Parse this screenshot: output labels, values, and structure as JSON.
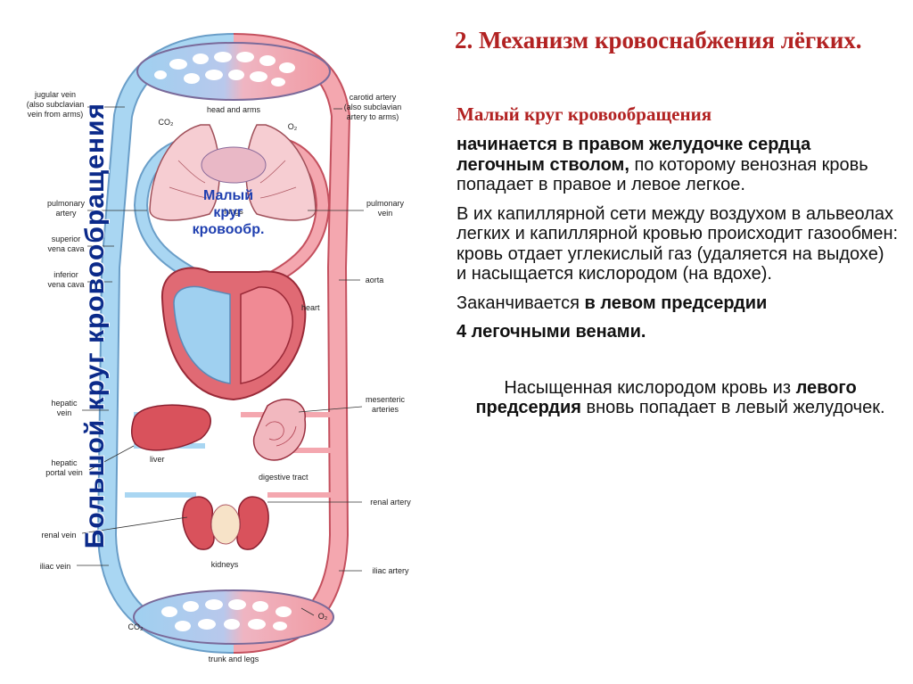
{
  "heading": {
    "title": "2. Механизм  кровоснабжения лёгких.",
    "subtitle": "Малый круг кровообращения"
  },
  "body": {
    "p1_bold": "начинается в правом желудочке сердца легочным стволом,",
    "p1_rest": " по которому венозная кровь попадает в правое и левое легкое.",
    "p2": "В их капиллярной сети между воздухом в альвеолах легких и капиллярной кровью происходит газообмен: кровь отдает углекислый газ (удаляется на выдохе) и насыщается кислородом (на вдохе).",
    "p3_start": "Заканчивается ",
    "p3_bold": "в левом предсердии",
    "p4_bold": "4 легочными венами.",
    "closing_start": "Насыщенная кислородом кровь из ",
    "closing_bold": "левого предсердия",
    "closing_end": " вновь попадает в левый желудочек."
  },
  "diagram": {
    "vertical_title": "Большой круг кровообращения",
    "small_circle": [
      "Малый",
      "круг",
      "кровообр."
    ],
    "left_labels": {
      "jugular_1": "jugular vein",
      "jugular_2": "(also subclavian",
      "jugular_3": "vein from arms)",
      "pulm_artery_1": "pulmonary",
      "pulm_artery_2": "artery",
      "svc_1": "superior",
      "svc_2": "vena cava",
      "ivc_1": "inferior",
      "ivc_2": "vena cava",
      "hepatic_1": "hepatic",
      "hepatic_2": "vein",
      "portal_1": "hepatic",
      "portal_2": "portal vein",
      "renal_vein": "renal vein",
      "iliac_vein": "iliac vein"
    },
    "right_labels": {
      "carotid_1": "carotid artery",
      "carotid_2": "(also subclavian",
      "carotid_3": "artery to arms)",
      "pulm_vein_1": "pulmonary",
      "pulm_vein_2": "vein",
      "aorta": "aorta",
      "mesenteric_1": "mesenteric",
      "mesenteric_2": "arteries",
      "renal_artery": "renal artery",
      "iliac_artery": "iliac artery"
    },
    "center_labels": {
      "head_arms": "head and arms",
      "co2_top": "CO₂",
      "o2_top": "O₂",
      "lungs": "lungs",
      "heart": "heart",
      "liver": "liver",
      "digestive": "digestive tract",
      "kidneys": "kidneys",
      "co2_bottom": "CO₂",
      "o2_bottom": "O₂",
      "trunk_legs": "trunk and legs"
    },
    "colors": {
      "vein": "#9fd0f0",
      "vein_stroke": "#6a9ec8",
      "artery": "#f19aa2",
      "artery_stroke": "#c4505e",
      "organ": "#d9525c"
    }
  }
}
